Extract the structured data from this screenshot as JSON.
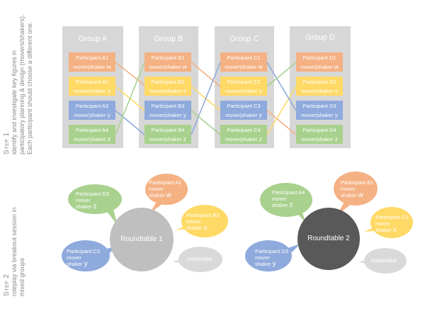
{
  "step1": {
    "title": "Step 1",
    "lines": [
      "identify and investigate key figures in",
      "participatory planning & design (movers/shakers).",
      "Each participant should choose a different one."
    ]
  },
  "step2": {
    "title": "Step 2",
    "lines": [
      "roleplay via breakout session in",
      "mixed groups"
    ]
  },
  "groups": [
    {
      "title": "Group A",
      "cards": [
        {
          "name": "Participant A1",
          "role": "mover|shaker",
          "letter": "w",
          "color": "orange"
        },
        {
          "name": "Participant A2",
          "role": "mover|shaker",
          "letter": "x",
          "color": "yellow"
        },
        {
          "name": "Participant A3",
          "role": "mover|shaker",
          "letter": "y",
          "color": "blue"
        },
        {
          "name": "Participant A4",
          "role": "mover|shaker",
          "letter": "z",
          "color": "green"
        }
      ]
    },
    {
      "title": "Group B",
      "cards": [
        {
          "name": "Participant B1",
          "role": "mover|shaker",
          "letter": "w",
          "color": "orange"
        },
        {
          "name": "Participant B2",
          "role": "mover|shaker",
          "letter": "x",
          "color": "yellow"
        },
        {
          "name": "Participant B3",
          "role": "mover|shaker",
          "letter": "y",
          "color": "blue"
        },
        {
          "name": "Participant B4",
          "role": "mover|shaker",
          "letter": "z",
          "color": "green"
        }
      ]
    },
    {
      "title": "Group C",
      "cards": [
        {
          "name": "Participant C1",
          "role": "mover|shaker",
          "letter": "w",
          "color": "orange"
        },
        {
          "name": "Participant C2",
          "role": "mover|shaker",
          "letter": "x",
          "color": "yellow"
        },
        {
          "name": "Participant C3",
          "role": "mover|shaker",
          "letter": "y",
          "color": "blue"
        },
        {
          "name": "Participant C4",
          "role": "mover|shaker",
          "letter": "z",
          "color": "green"
        }
      ]
    },
    {
      "title": "Group D",
      "cards": [
        {
          "name": "Participant D1",
          "role": "mover|shaker",
          "letter": "w",
          "color": "orange"
        },
        {
          "name": "Participant D2",
          "role": "mover|shaker",
          "letter": "x",
          "color": "yellow"
        },
        {
          "name": "Participant D3",
          "role": "mover|shaker",
          "letter": "y",
          "color": "blue"
        },
        {
          "name": "Participant D4",
          "role": "mover|shaker",
          "letter": "z",
          "color": "green"
        }
      ]
    }
  ],
  "roundtable1": {
    "label": "Roundtable 1",
    "moderator": "moderator",
    "bubbles": [
      {
        "name": "Participant D3",
        "mover": "mover",
        "shaker": "shaker",
        "letter": "z",
        "color": "green"
      },
      {
        "name": "Participant A1",
        "mover": "mover",
        "shaker": "shaker",
        "letter": "w",
        "color": "orange"
      },
      {
        "name": "Participant B2",
        "mover": "mover",
        "shaker": "shaker",
        "letter": "x",
        "color": "yellow"
      },
      {
        "name": "Participant C3",
        "mover": "mover",
        "shaker": "shaker",
        "letter": "y",
        "color": "blue"
      }
    ]
  },
  "roundtable2": {
    "label": "Roundtable 2",
    "moderator": "moderator",
    "bubbles": [
      {
        "name": "Participant A4",
        "mover": "mover",
        "shaker": "shaker",
        "letter": "z",
        "color": "green"
      },
      {
        "name": "Participant B1",
        "mover": "mover",
        "shaker": "shaker",
        "letter": "w",
        "color": "orange"
      },
      {
        "name": "Participant C2",
        "mover": "mover",
        "shaker": "shaker",
        "letter": "x",
        "color": "yellow"
      },
      {
        "name": "Participant D3",
        "mover": "mover",
        "shaker": "shaker",
        "letter": "y",
        "color": "blue"
      }
    ]
  },
  "colors": {
    "orange": "#f4b183",
    "yellow": "#ffd966",
    "blue": "#8faadc",
    "green": "#a9d18e",
    "group_bg": "#d7d7d7",
    "roundtable1": "#bfbfbf",
    "roundtable2": "#595959",
    "moderator": "#d9d9d9"
  }
}
